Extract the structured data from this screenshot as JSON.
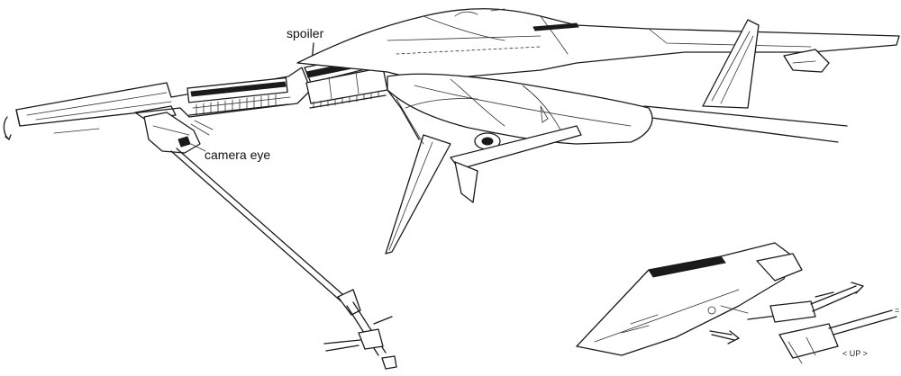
{
  "labels": {
    "spoiler": "spoiler",
    "camera_eye": "camera eye",
    "up": "< UP >"
  },
  "colors": {
    "ink": "#1a1a1a",
    "paper": "#ffffff"
  }
}
